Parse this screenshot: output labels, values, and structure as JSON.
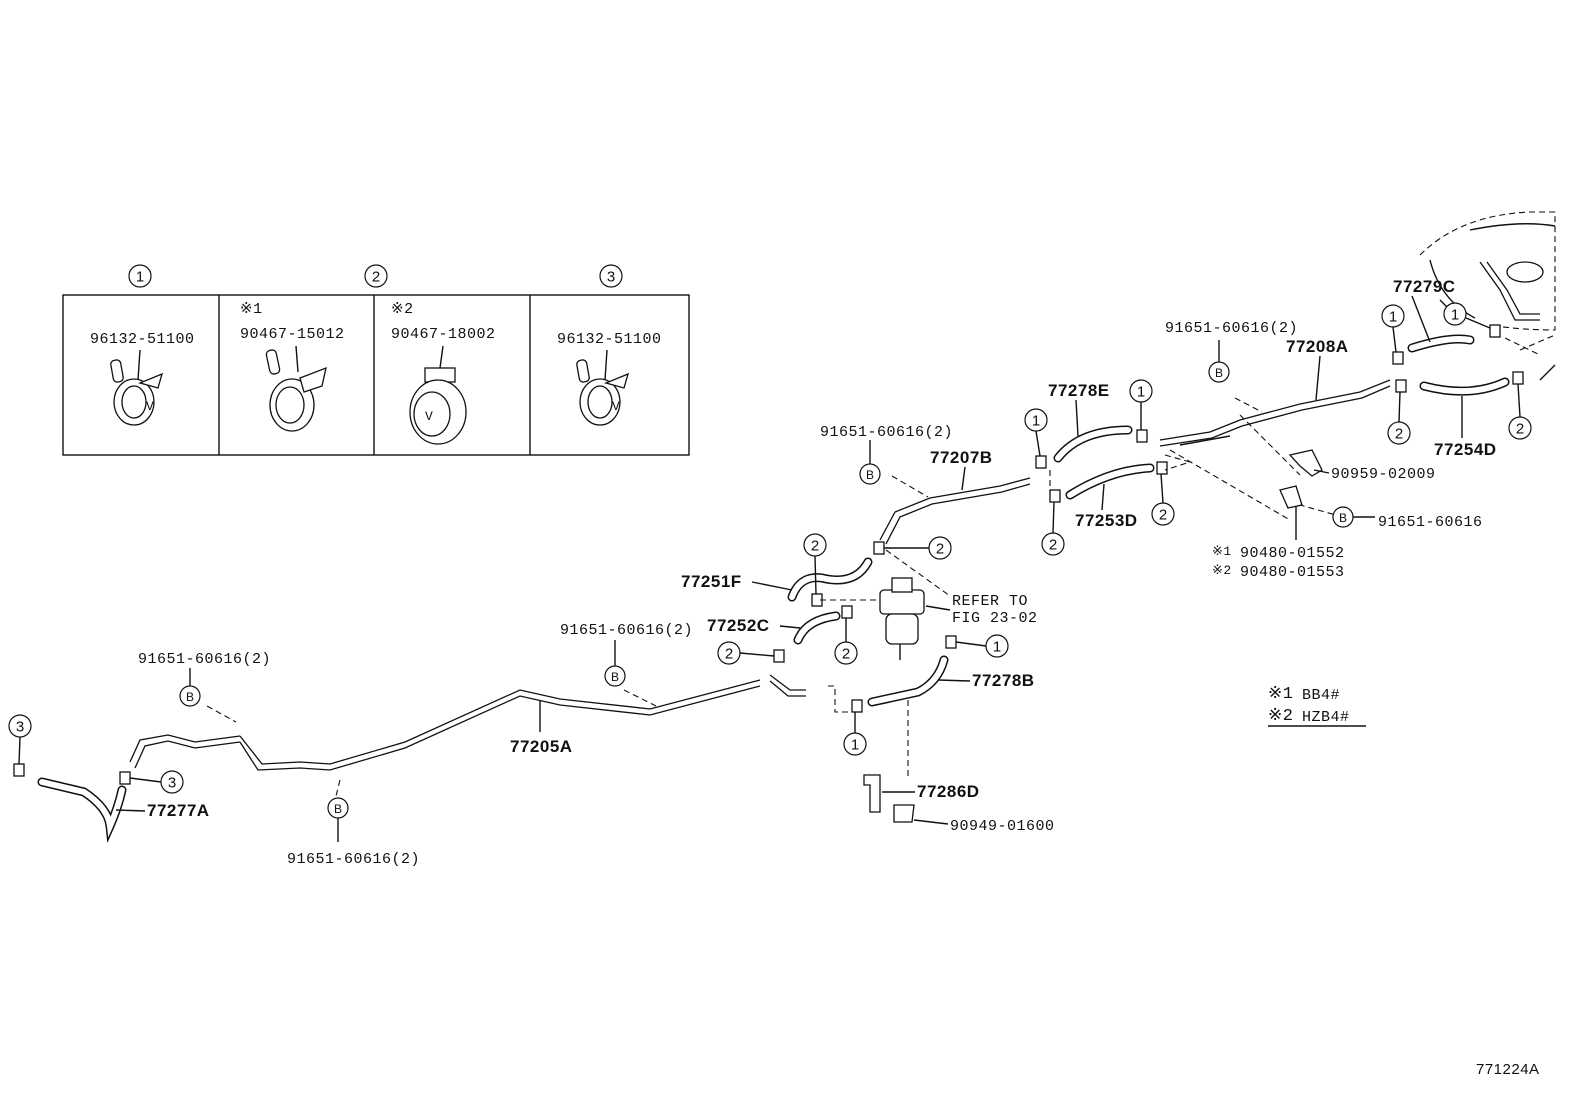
{
  "legend": {
    "headers": [
      "1",
      "2",
      "3"
    ],
    "boxes": [
      {
        "part": "96132-51100",
        "note": ""
      },
      {
        "part": "90467-15012",
        "note": "※1"
      },
      {
        "part": "90467-18002",
        "note": "※2"
      },
      {
        "part": "96132-51100",
        "note": ""
      }
    ]
  },
  "callouts": {
    "c1": "1",
    "c2": "2",
    "c3": "3",
    "b": "B"
  },
  "labels": {
    "p77279C": "77279C",
    "p77208A": "77208A",
    "p91651_2_top": "91651-60616(2)",
    "p77278E": "77278E",
    "p91651_2_mid": "91651-60616(2)",
    "p77207B": "77207B",
    "p77254D": "77254D",
    "p90959": "90959-02009",
    "p91651_single": "91651-60616",
    "p77253D": "77253D",
    "p90480_1": "90480-01552",
    "p90480_2": "90480-01553",
    "note1": "※1",
    "note2": "※2",
    "p77251F": "77251F",
    "refer1": "REFER TO",
    "refer2": "FIG 23-02",
    "p91651_2_left": "91651-60616(2)",
    "p77252C": "77252C",
    "p77278B": "77278B",
    "p91651_2_far": "91651-60616(2)",
    "p77205A": "77205A",
    "p77286D": "77286D",
    "p90949": "90949-01600",
    "p77277A": "77277A",
    "p91651_2_bottom": "91651-60616(2)",
    "engine1_mark": "※1",
    "engine1": "BB4#",
    "engine2_mark": "※2",
    "engine2": "HZB4#",
    "figure_id": "771224A"
  }
}
